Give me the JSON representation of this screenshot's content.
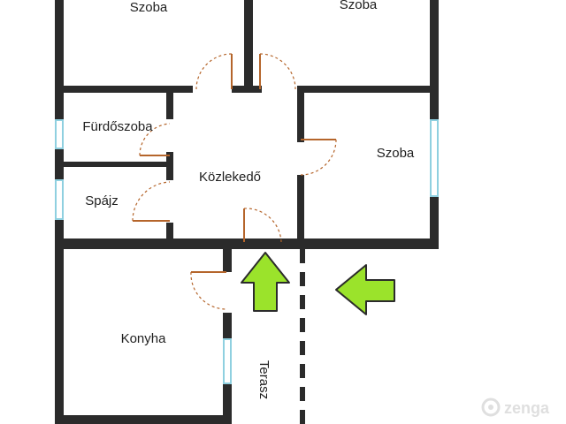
{
  "rooms": {
    "szoba_top_left": "Szoba",
    "szoba_top_right": "Szoba",
    "furdoszoba": "Fürdőszoba",
    "spajz": "Spájz",
    "kozlekedo": "Közlekedő",
    "szoba_right": "Szoba",
    "konyha": "Konyha",
    "terasz": "Terasz"
  },
  "watermark": {
    "brand": "zenga"
  },
  "icons": {
    "entry_arrow_up": "arrow-up-icon",
    "entry_arrow_left": "arrow-left-icon",
    "watermark_logo": "zenga-logo-icon"
  },
  "colors": {
    "wall": "#2b2b2b",
    "door": "#b5652b",
    "window": "#8fd0e0",
    "arrow": "#9be32b",
    "watermark": "#dcdcdc"
  }
}
